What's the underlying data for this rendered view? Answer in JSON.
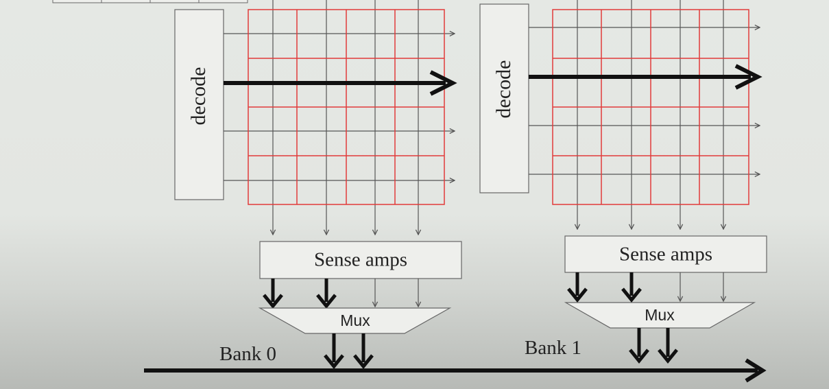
{
  "banks": [
    {
      "decode_label": "decode",
      "sense_label": "Sense amps",
      "mux_label": "Mux",
      "bank_label": "Bank 0"
    },
    {
      "decode_label": "decode",
      "sense_label": "Sense amps",
      "mux_label": "Mux",
      "bank_label": "Bank 1"
    }
  ],
  "colors": {
    "cell_grid": "#e23a3a",
    "wire": "#555555",
    "bold_wire": "#111111",
    "box_fill": "#eeefec",
    "box_stroke": "#666666"
  }
}
